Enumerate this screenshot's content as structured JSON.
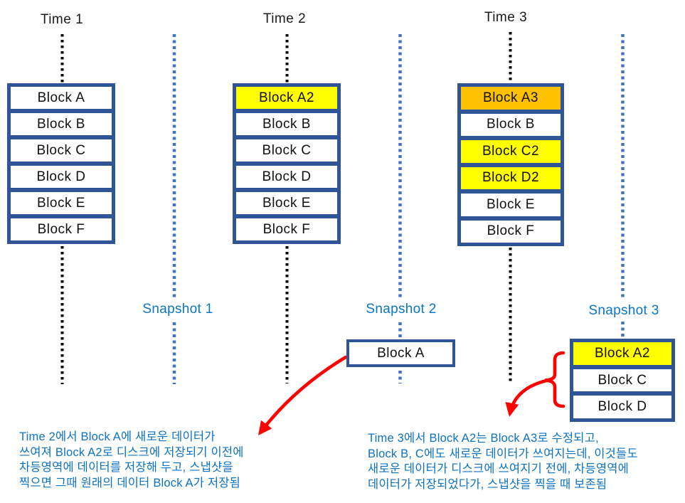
{
  "colors": {
    "block_border": "#2F5597",
    "highlight_yellow": "#FFFF00",
    "highlight_orange": "#FFC000",
    "snapshot_label_blue": "#0B76C8",
    "annotation_blue": "#0C72C4",
    "timeline_black": "#000000",
    "snapshot_line_blue": "#4472C4",
    "arrow_red": "#FF0000",
    "block_text": "#111111"
  },
  "timelines": [
    {
      "label": "Time 1"
    },
    {
      "label": "Time 2"
    },
    {
      "label": "Time 3"
    }
  ],
  "snapshots": [
    {
      "label": "Snapshot 1"
    },
    {
      "label": "Snapshot 2"
    },
    {
      "label": "Snapshot 3"
    }
  ],
  "stacks": {
    "time1": [
      {
        "label": "Block A",
        "state": "white"
      },
      {
        "label": "Block B",
        "state": "white"
      },
      {
        "label": "Block C",
        "state": "white"
      },
      {
        "label": "Block D",
        "state": "white"
      },
      {
        "label": "Block E",
        "state": "white"
      },
      {
        "label": "Block F",
        "state": "white"
      }
    ],
    "time2": [
      {
        "label": "Block A2",
        "state": "yellow"
      },
      {
        "label": "Block B",
        "state": "white"
      },
      {
        "label": "Block C",
        "state": "white"
      },
      {
        "label": "Block D",
        "state": "white"
      },
      {
        "label": "Block E",
        "state": "white"
      },
      {
        "label": "Block F",
        "state": "white"
      }
    ],
    "time3": [
      {
        "label": "Block A3",
        "state": "orange"
      },
      {
        "label": "Block B",
        "state": "white"
      },
      {
        "label": "Block C2",
        "state": "yellow"
      },
      {
        "label": "Block D2",
        "state": "yellow"
      },
      {
        "label": "Block E",
        "state": "white"
      },
      {
        "label": "Block F",
        "state": "white"
      }
    ],
    "snapshot2_box": [
      {
        "label": "Block A",
        "state": "white"
      }
    ],
    "snapshot3_box": [
      {
        "label": "Block A2",
        "state": "yellow"
      },
      {
        "label": "Block C",
        "state": "white"
      },
      {
        "label": "Block D",
        "state": "white"
      }
    ]
  },
  "annotations": {
    "left": "Time 2에서 Block A에 새로운 데이터가\n쓰여져 Block A2로 디스크에 저장되기 이전에\n차등영역에 데이터를 저장해 두고, 스냅샷을\n찍으면 그때 원래의 데이터 Block A가 저장됨",
    "right": "Time 3에서 Block A2는 Block A3로 수정되고,\nBlock B, C에도 새로운 데이터가 쓰여지는데, 이것들도\n새로운 데이터가 디스크에 쓰여지기 전에, 차등영역에\n데이터가 저장되었다가, 스냅샷을 찍을 때 보존됨"
  }
}
